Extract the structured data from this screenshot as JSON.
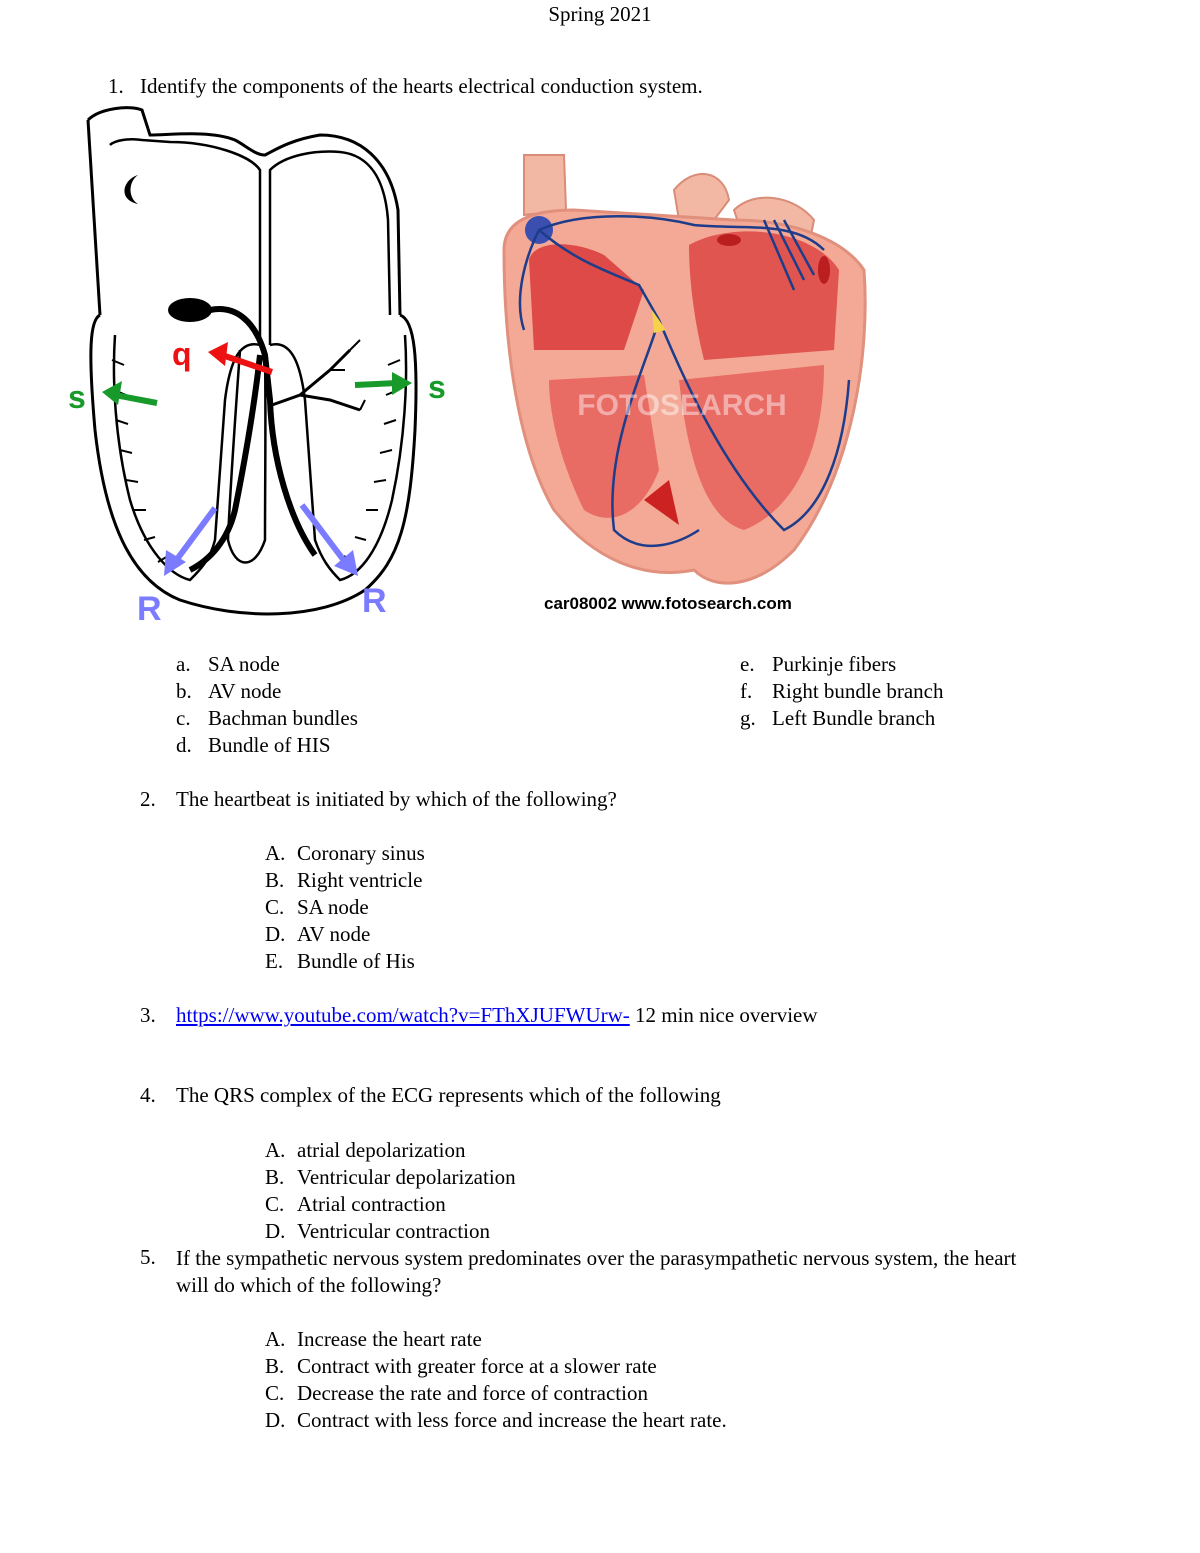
{
  "header": {
    "title": "Spring 2021"
  },
  "q1": {
    "num": "1.",
    "text": "Identify the components of the hearts electrical conduction system.",
    "diagram_left": {
      "labels": {
        "q": "q",
        "s_left": "s",
        "s_right": "s",
        "r_left": "R",
        "r_right": "R"
      },
      "colors": {
        "q": "#ee1111",
        "s": "#179a2a",
        "r": "#7b7bff"
      }
    },
    "diagram_right": {
      "watermark": "FOTOSEARCH",
      "caption": "car08002  www.fotosearch.com"
    },
    "options_left": [
      {
        "letter": "a.",
        "text": "SA node"
      },
      {
        "letter": "b.",
        "text": "AV node"
      },
      {
        "letter": "c.",
        "text": "Bachman bundles"
      },
      {
        "letter": "d.",
        "text": "Bundle of HIS"
      }
    ],
    "options_right": [
      {
        "letter": "e.",
        "text": "Purkinje fibers"
      },
      {
        "letter": "f.",
        "text": "Right bundle branch"
      },
      {
        "letter": "g.",
        "text": "Left Bundle branch"
      }
    ]
  },
  "q2": {
    "num": "2.",
    "text": "The heartbeat is initiated by which of the following?",
    "options": [
      {
        "letter": "A.",
        "text": "Coronary sinus"
      },
      {
        "letter": "B.",
        "text": "Right ventricle"
      },
      {
        "letter": "C.",
        "text": "SA node"
      },
      {
        "letter": "D.",
        "text": "AV node"
      },
      {
        "letter": "E.",
        "text": "Bundle of His"
      }
    ]
  },
  "q3": {
    "num": "3.",
    "link": "https://www.youtube.com/watch?v=FThXJUFWUrw-",
    "after": " 12 min nice overview"
  },
  "q4": {
    "num": "4.",
    "text": "The QRS complex of the ECG represents which of the following",
    "options": [
      {
        "letter": "A.",
        "text": "atrial depolarization"
      },
      {
        "letter": "B.",
        "text": "Ventricular depolarization"
      },
      {
        "letter": "C.",
        "text": "Atrial contraction"
      },
      {
        "letter": "D.",
        "text": "Ventricular contraction"
      }
    ]
  },
  "q5": {
    "num": "5.",
    "text_line1": "If the sympathetic nervous system predominates over the parasympathetic nervous system, the heart",
    "text_line2": "will do which of the following?",
    "options": [
      {
        "letter": "A.",
        "text": "Increase the heart rate"
      },
      {
        "letter": "B.",
        "text": "Contract with greater force at a slower rate"
      },
      {
        "letter": "C.",
        "text": "Decrease the rate and force of contraction"
      },
      {
        "letter": "D.",
        "text": "Contract with less force and increase the heart rate."
      }
    ]
  }
}
